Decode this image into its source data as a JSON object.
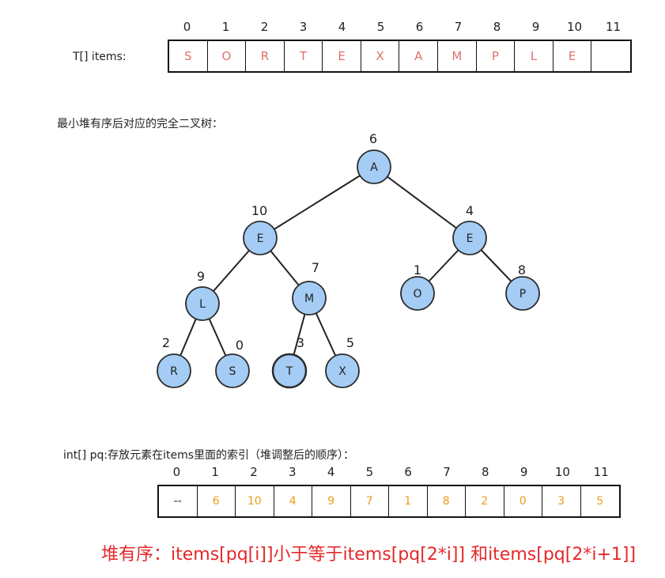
{
  "items_array": {
    "label": "T[] items:",
    "indices": [
      "0",
      "1",
      "2",
      "3",
      "4",
      "5",
      "6",
      "7",
      "8",
      "9",
      "10",
      "11"
    ],
    "values": [
      "S",
      "O",
      "R",
      "T",
      "E",
      "X",
      "A",
      "M",
      "P",
      "L",
      "E",
      ""
    ]
  },
  "tree": {
    "caption": "最小堆有序后对应的完全二叉树：",
    "nodes": [
      {
        "id": "n6",
        "letter": "A",
        "index": "6"
      },
      {
        "id": "n10",
        "letter": "E",
        "index": "10"
      },
      {
        "id": "n4",
        "letter": "E",
        "index": "4"
      },
      {
        "id": "n9",
        "letter": "L",
        "index": "9"
      },
      {
        "id": "n7",
        "letter": "M",
        "index": "7"
      },
      {
        "id": "n1",
        "letter": "O",
        "index": "1"
      },
      {
        "id": "n8",
        "letter": "P",
        "index": "8"
      },
      {
        "id": "n2",
        "letter": "R",
        "index": "2"
      },
      {
        "id": "n0",
        "letter": "S",
        "index": "0"
      },
      {
        "id": "n3",
        "letter": "T",
        "index": "3"
      },
      {
        "id": "n5",
        "letter": "X",
        "index": "5"
      }
    ],
    "node_fill": "#a4ccf4",
    "node_stroke": "#2b2b2b"
  },
  "pq_array": {
    "label": "int[] pq:存放元素在items里面的索引（堆调整后的顺序）：",
    "indices": [
      "0",
      "1",
      "2",
      "3",
      "4",
      "5",
      "6",
      "7",
      "8",
      "9",
      "10",
      "11"
    ],
    "values": [
      "--",
      "6",
      "10",
      "4",
      "9",
      "7",
      "1",
      "8",
      "2",
      "0",
      "3",
      "5"
    ]
  },
  "rule": "堆有序：items[pq[i]]小于等于items[pq[2*i]] 和items[pq[2*i+1]]"
}
